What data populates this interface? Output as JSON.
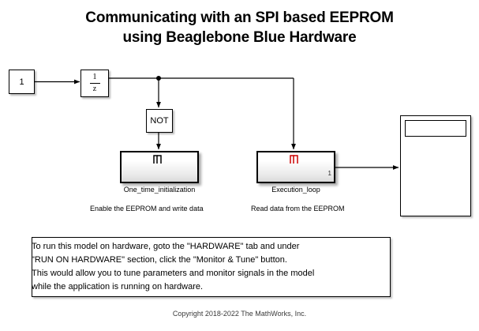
{
  "title": {
    "line1": "Communicating with an SPI based EEPROM",
    "line2": "using Beaglebone Blue Hardware"
  },
  "blocks": {
    "constant": {
      "label": "1",
      "name": "constant-block"
    },
    "unit_delay": {
      "numerator": "1",
      "denominator": "z",
      "name": "unit-delay-block"
    },
    "logic_not": {
      "label": "NOT",
      "name": "not-gate-block"
    },
    "one_time_initialization": {
      "label": "One_time_initialization",
      "note": "Enable the EEPROM and write data",
      "trigger_color": "#000000"
    },
    "execution_loop": {
      "label": "Execution_loop",
      "note": "Read data from the EEPROM",
      "trigger_color": "#cc0000",
      "output_port": "1"
    },
    "scope": {
      "name": "scope-block"
    }
  },
  "annotation": {
    "line1": "To run this model on hardware, goto the \"HARDWARE\" tab and under",
    "line2": "\"RUN ON HARDWARE\" section, click the \"Monitor & Tune\" button.",
    "line3": "This would allow you to tune parameters and monitor signals in the model",
    "line4": "while the application is running on hardware."
  },
  "copyright": "Copyright 2018-2022 The MathWorks, Inc."
}
